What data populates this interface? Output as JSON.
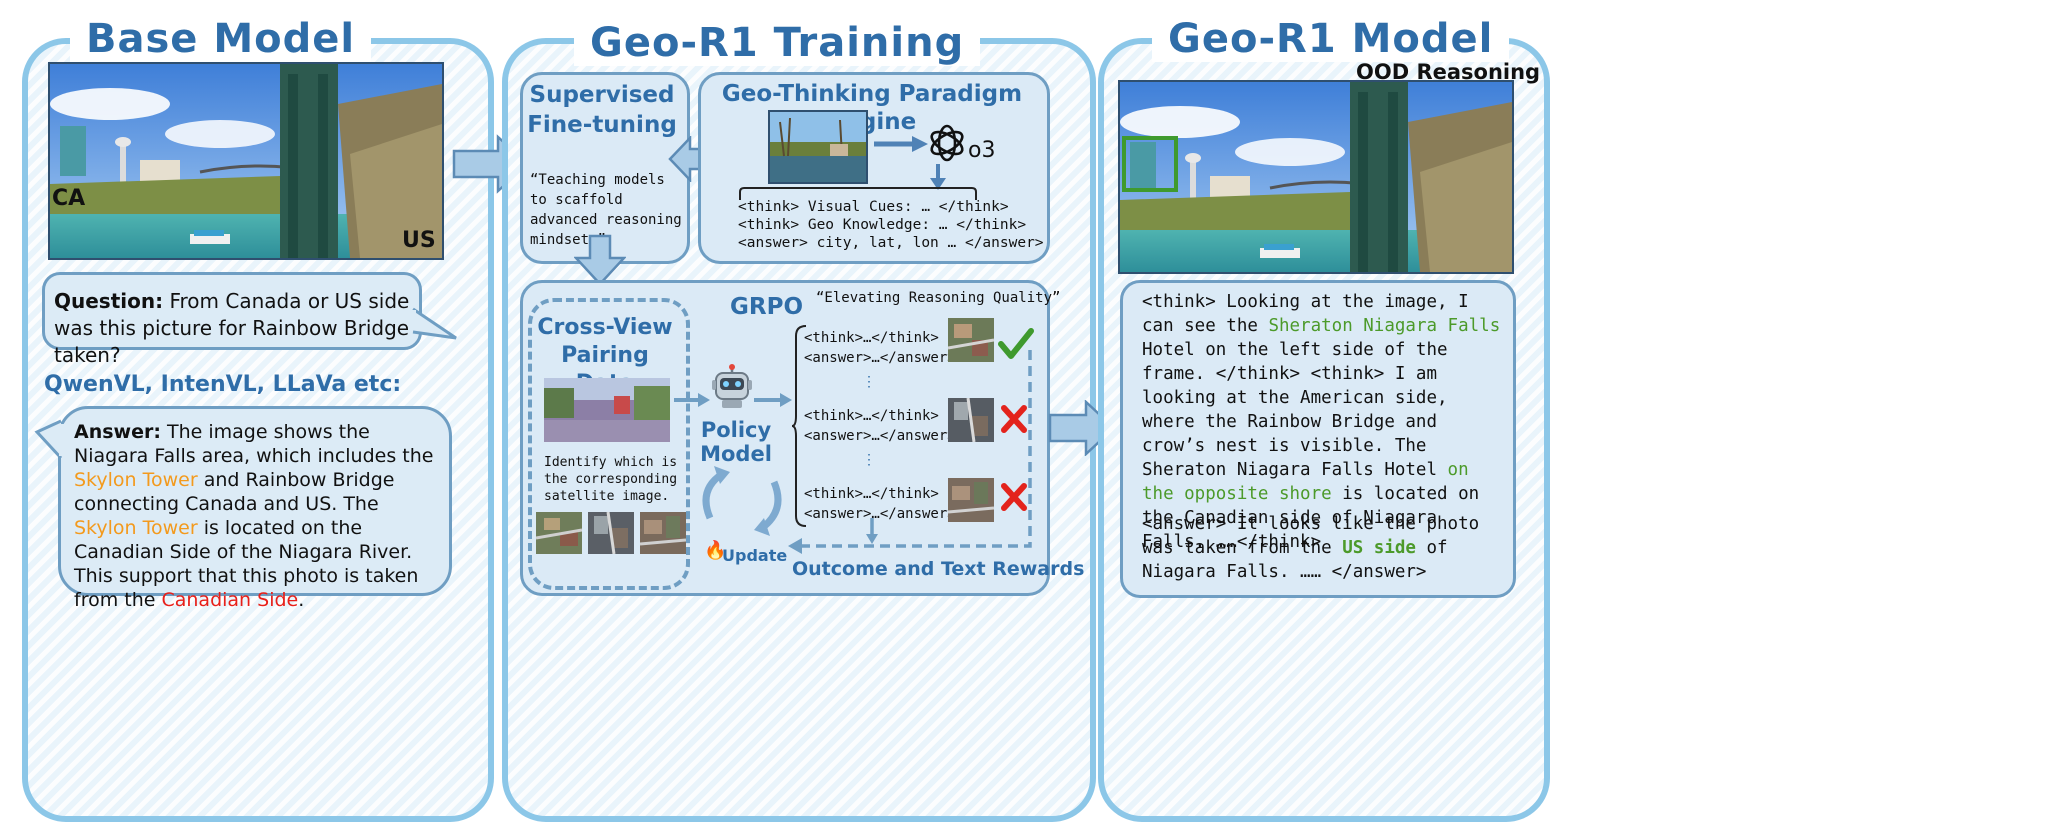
{
  "panels": {
    "base": {
      "title": "Base Model"
    },
    "training": {
      "title": "Geo-R1 Training"
    },
    "model": {
      "title": "Geo-R1 Model"
    }
  },
  "base": {
    "photo_labels": {
      "ca": "CA",
      "us": "US"
    },
    "question_label": "Question:",
    "question_text": "From Canada or US side was this picture for Rainbow Bridge taken?",
    "models_line": "QwenVL, IntenVL, LLaVa etc:",
    "answer_label": "Answer:",
    "answer_parts": {
      "p1": " The image shows the Niagara Falls area, which includes the ",
      "skylon1": "Skylon Tower",
      "p2": " and Rainbow Bridge connecting Canada and US. The ",
      "skylon2": "Skylon Tower",
      "p3": " is located on the Canadian Side of the Niagara River. This support that this photo is taken from the ",
      "canadian": "Canadian Side",
      "p4": "."
    }
  },
  "training": {
    "sft_title": "Supervised Fine-tuning",
    "sft_quote": "“Teaching models to scaffold advanced reasoning mindsets”",
    "engine_title": "Geo-Thinking Paradigm Engine",
    "o3_label": "o3",
    "engine_lines": [
      "<think> Visual Cues: … </think>",
      "<think> Geo Knowledge: … </think>",
      "<answer> city, lat, lon … </answer>"
    ],
    "grpo_title": "GRPO",
    "grpo_quote": "“Elevating Reasoning Quality”",
    "crossview_title": "Cross-View Pairing Data",
    "crossview_text": "Identify which is the corresponding satellite image.",
    "policy_label": "Policy Model",
    "update_label": "Update",
    "rollout": {
      "think": "<think>…</think>",
      "answer": "<answer>…</answer>",
      "ellipsis": "⋮"
    },
    "rewards_label": "Outcome and Text Rewards"
  },
  "model": {
    "ood_label": "OOD Reasoning",
    "r1": "<think> Looking at the image, I can see the ",
    "sheraton": "Sheraton Niagara Falls",
    "r2": " Hotel on the left side of the frame. </think> <think> I am looking at the American side, where the Rainbow Bridge and crow’s nest is visible. The Sheraton Niagara Falls Hotel ",
    "opposite": "on the opposite shore",
    "r3": " is located on the Canadian side of Niagara Falls. ……</think>",
    "a1": "<answer> It looks like the photo was taken from the ",
    "us_side": "US side",
    "a2": " of Niagara Falls.  ……  </answer>"
  },
  "colors": {
    "title_blue": "#2f6da8",
    "panel_border": "#8cc7e8",
    "box_border": "#6f9ec3",
    "orange": "#f39a1d",
    "red": "#e8201a",
    "green": "#4c9a2a"
  },
  "icons": [
    "openai-o3-icon",
    "robot-icon",
    "fire-icon",
    "check-icon",
    "cross-icon",
    "arrow-right-icon",
    "arrow-left-icon",
    "arrow-down-icon"
  ]
}
